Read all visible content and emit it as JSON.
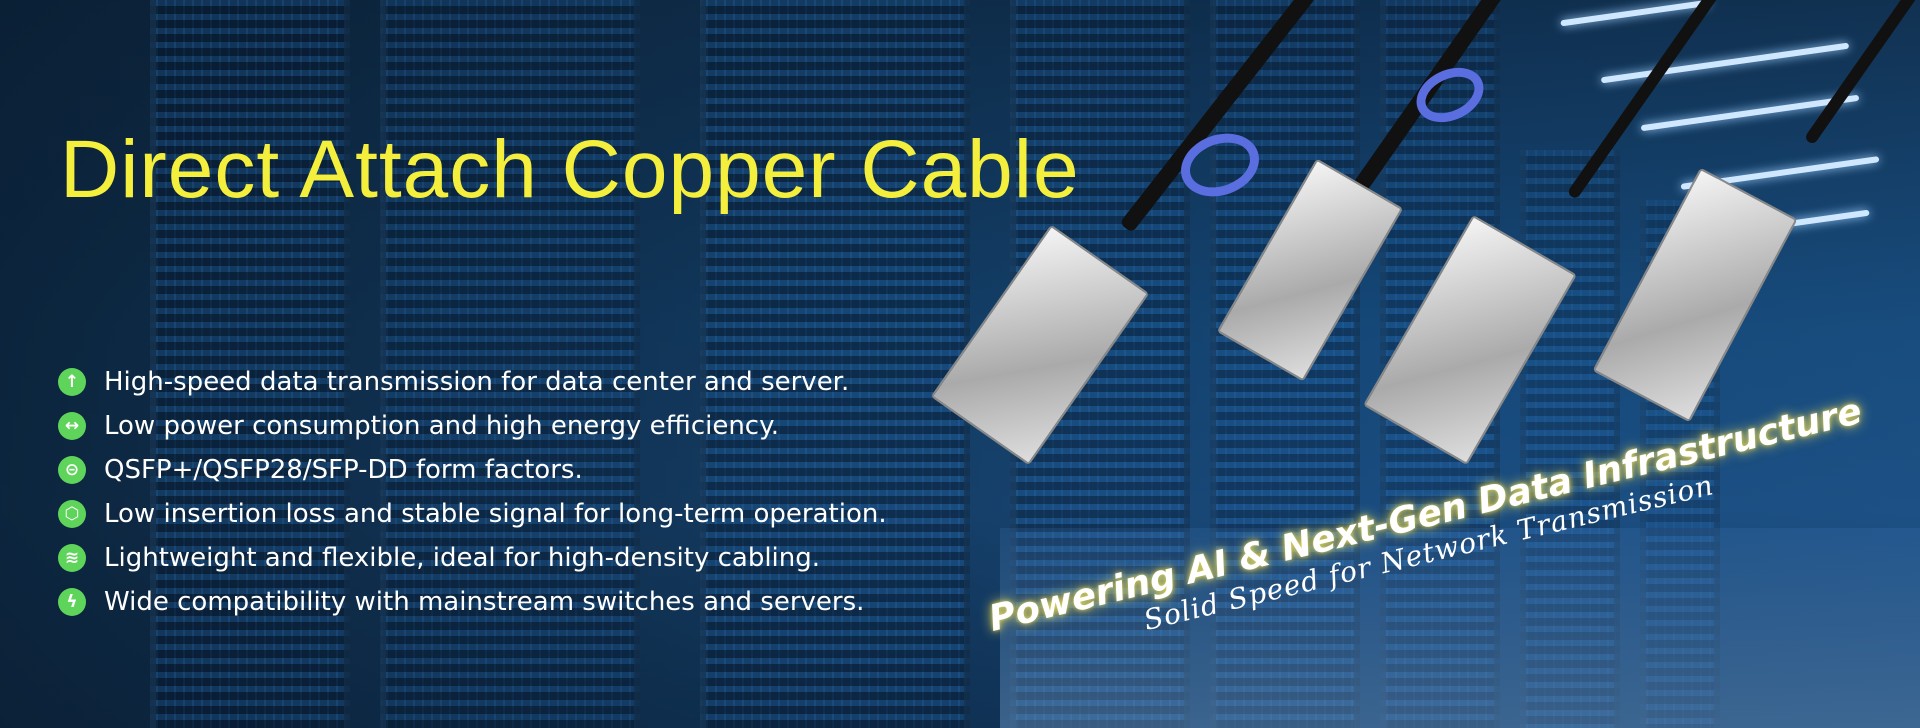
{
  "title": "Direct Attach Copper Cable",
  "features": [
    {
      "icon": "arrow-up-icon",
      "glyph": "↑",
      "text": "High-speed data transmission for data center and server."
    },
    {
      "icon": "arrows-horizontal-icon",
      "glyph": "↔",
      "text": "Low power consumption and high energy efficiency."
    },
    {
      "icon": "circle-minus-icon",
      "glyph": "⊝",
      "text": "QSFP+/QSFP28/SFP-DD form factors."
    },
    {
      "icon": "hexagon-icon",
      "glyph": "⬡",
      "text": "Low insertion loss and stable signal for long-term operation."
    },
    {
      "icon": "layers-icon",
      "glyph": "≋",
      "text": "Lightweight and flexible, ideal for high-density cabling."
    },
    {
      "icon": "lightning-icon",
      "glyph": "ϟ",
      "text": "Wide compatibility with mainstream switches and servers."
    }
  ],
  "tagline": {
    "headline": "Powering AI & Next-Gen Data Infrastructure",
    "subline": "Solid Speed for Network Transmission"
  },
  "colors": {
    "title": "#f4ee3c",
    "icon": "#5fd45a",
    "pull_tab": "#5b6ee0"
  }
}
